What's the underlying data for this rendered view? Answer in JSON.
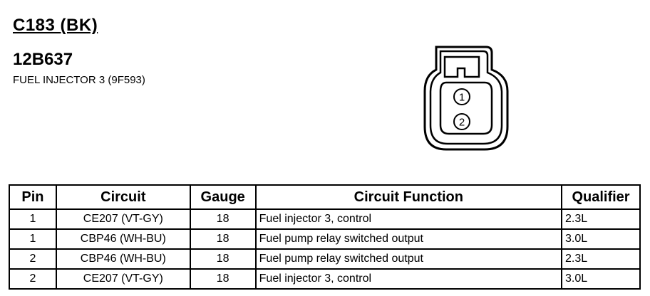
{
  "header": {
    "connector": "C183 (BK)",
    "part_number": "12B637",
    "description": "FUEL INJECTOR 3 (9F593)"
  },
  "diagram": {
    "pins": [
      "1",
      "2"
    ]
  },
  "table": {
    "columns": [
      "Pin",
      "Circuit",
      "Gauge",
      "Circuit Function",
      "Qualifier"
    ],
    "rows": [
      {
        "pin": "1",
        "circuit": "CE207 (VT-GY)",
        "gauge": "18",
        "function": "Fuel injector 3, control",
        "qualifier": "2.3L"
      },
      {
        "pin": "1",
        "circuit": "CBP46 (WH-BU)",
        "gauge": "18",
        "function": "Fuel pump relay switched output",
        "qualifier": "3.0L"
      },
      {
        "pin": "2",
        "circuit": "CBP46 (WH-BU)",
        "gauge": "18",
        "function": "Fuel pump relay switched output",
        "qualifier": "2.3L"
      },
      {
        "pin": "2",
        "circuit": "CE207 (VT-GY)",
        "gauge": "18",
        "function": "Fuel injector 3, control",
        "qualifier": "3.0L"
      }
    ]
  }
}
